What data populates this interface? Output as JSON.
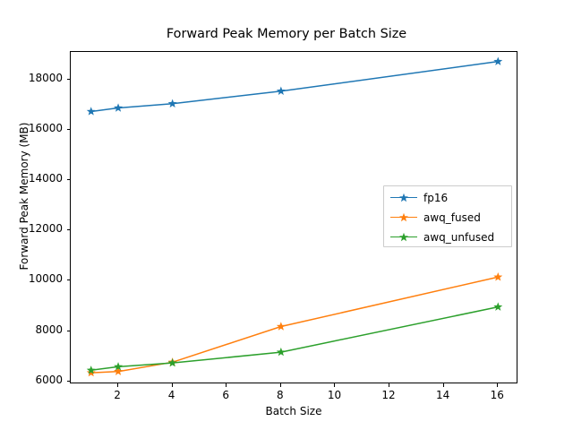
{
  "chart_data": {
    "type": "line",
    "title": "Forward Peak Memory per Batch Size",
    "xlabel": "Batch Size",
    "ylabel": "Forward Peak Memory (MB)",
    "x": [
      1,
      2,
      4,
      8,
      16
    ],
    "xlim": [
      0.25,
      16.75
    ],
    "ylim": [
      5880,
      19110
    ],
    "xticks": [
      2,
      4,
      6,
      8,
      10,
      12,
      14,
      16
    ],
    "xtick_labels": [
      "2",
      "4",
      "6",
      "8",
      "10",
      "12",
      "14",
      "16"
    ],
    "yticks": [
      6000,
      8000,
      10000,
      12000,
      14000,
      16000,
      18000
    ],
    "ytick_labels": [
      "6000",
      "8000",
      "10000",
      "12000",
      "14000",
      "16000",
      "18000"
    ],
    "grid": false,
    "legend_position": "center right",
    "marker": "star",
    "series": [
      {
        "name": "fp16",
        "color": "#1f77b4",
        "values": [
          16740,
          16880,
          17050,
          17550,
          18730
        ]
      },
      {
        "name": "awq_fused",
        "color": "#ff7f0e",
        "values": [
          6340,
          6390,
          6760,
          8180,
          10150
        ]
      },
      {
        "name": "awq_unfused",
        "color": "#2ca02c",
        "values": [
          6440,
          6580,
          6730,
          7160,
          8960
        ]
      }
    ]
  },
  "legend": {
    "items": [
      {
        "label": "fp16"
      },
      {
        "label": "awq_fused"
      },
      {
        "label": "awq_unfused"
      }
    ]
  }
}
